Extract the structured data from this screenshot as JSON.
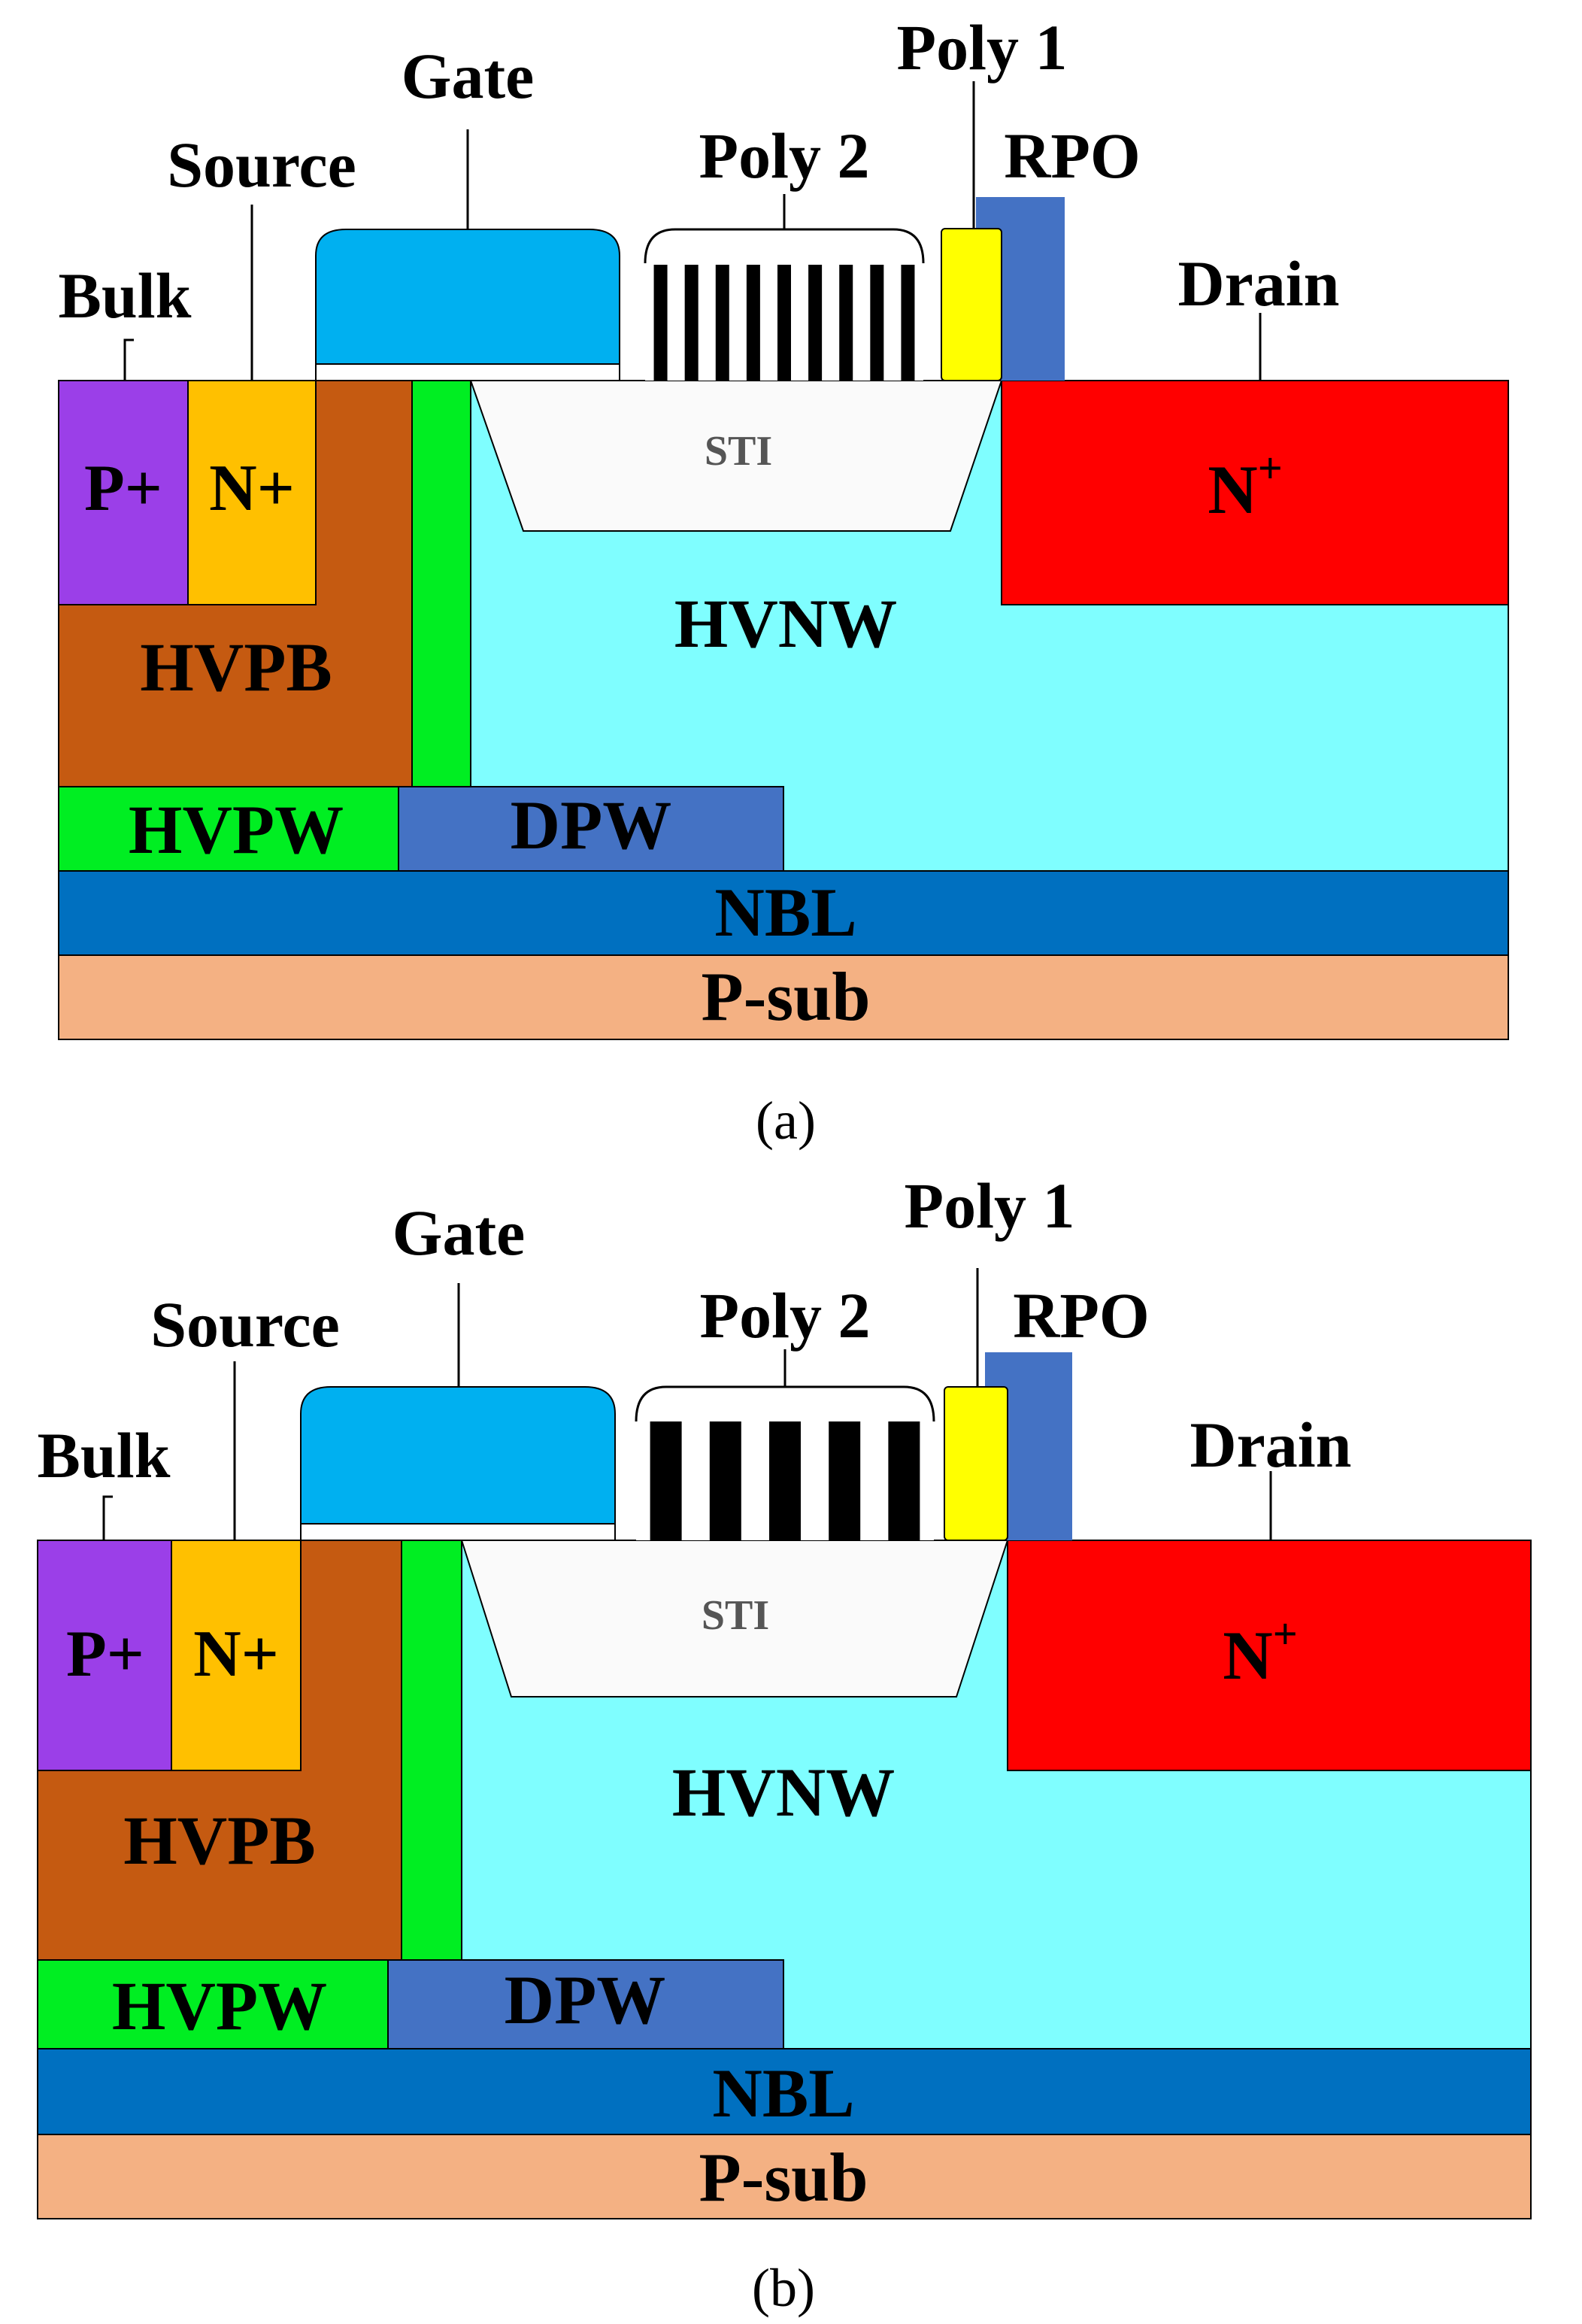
{
  "colors": {
    "p_plus": "#9b3fe8",
    "n_plus_source": "#ffc000",
    "hvpb": "#c55a11",
    "green": "#00ee22",
    "hvnw": "#7ffeff",
    "n_plus_drain": "#ff0000",
    "dpw": "#4472c4",
    "nbl": "#0070c0",
    "psub": "#f4b183",
    "gate": "#00b0f0",
    "poly1": "#ffff00",
    "rpo": "#4472c4",
    "sti": "#fafafa"
  },
  "figures": [
    {
      "caption": "(a)",
      "labels": {
        "gate": "Gate",
        "source": "Source",
        "bulk": "Bulk",
        "poly2": "Poly 2",
        "poly1": "Poly 1",
        "rpo": "RPO",
        "drain": "Drain",
        "p_plus": "P+",
        "n_plus": "N+",
        "sti": "STI",
        "n_plus_drain": "N",
        "n_plus_drain_sup": "+",
        "hvnw": "HVNW",
        "hvpb": "HVPB",
        "hvpw": "HVPW",
        "dpw": "DPW",
        "nbl": "NBL",
        "psub": "P-sub"
      },
      "poly2_stripes": 9
    },
    {
      "caption": "(b)",
      "labels": {
        "gate": "Gate",
        "source": "Source",
        "bulk": "Bulk",
        "poly2": "Poly 2",
        "poly1": "Poly 1",
        "rpo": "RPO",
        "drain": "Drain",
        "p_plus": "P+",
        "n_plus": "N+",
        "sti": "STI",
        "n_plus_drain": "N",
        "n_plus_drain_sup": "+",
        "hvnw": "HVNW",
        "hvpb": "HVPB",
        "hvpw": "HVPW",
        "dpw": "DPW",
        "nbl": "NBL",
        "psub": "P-sub"
      },
      "poly2_stripes": 5
    }
  ]
}
